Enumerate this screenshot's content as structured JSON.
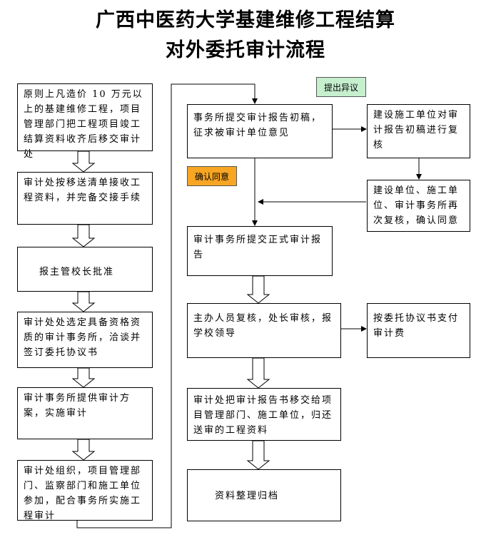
{
  "title": {
    "line1": "广西中医药大学基建维修工程结算",
    "line2": "对外委托审计流程"
  },
  "left_steps": [
    "原则上凡造价 10 万元以上的基建维修工程，项目管理部门把工程项目竣工结算资料收齐后移交审计处",
    "审计处按移送清单接收工程资料，并完备交接手续",
    "报主管校长批准",
    "审计处处选定具备资格资质的审计事务所，洽谈并签订委托协议书",
    "审计事务所提供审计方案，实施审计",
    "审计处组织，项目管理部门、监察部门和施工单位参加，配合事务所实施工程审计"
  ],
  "middle_steps": [
    "事务所提交审计报告初稿，征求被审计单位意见",
    "审计事务所提交正式审计报告",
    "主办人员复核，处长审核，报学校领导",
    "审计处把审计报告书移交给项目管理部门、施工单位，归还送审的工程资料",
    "资料整理归档"
  ],
  "right_steps": [
    "建设施工单位对审计报告初稿进行复核",
    "建设单位、施工单位、审计事务所再次复核，确认同意",
    "按委托协议书支付审计费"
  ],
  "tags": {
    "objection": "提出异议",
    "agree": "确认同意"
  },
  "colors": {
    "objection_bg": "#c6efce",
    "agree_bg": "#f7a623"
  }
}
